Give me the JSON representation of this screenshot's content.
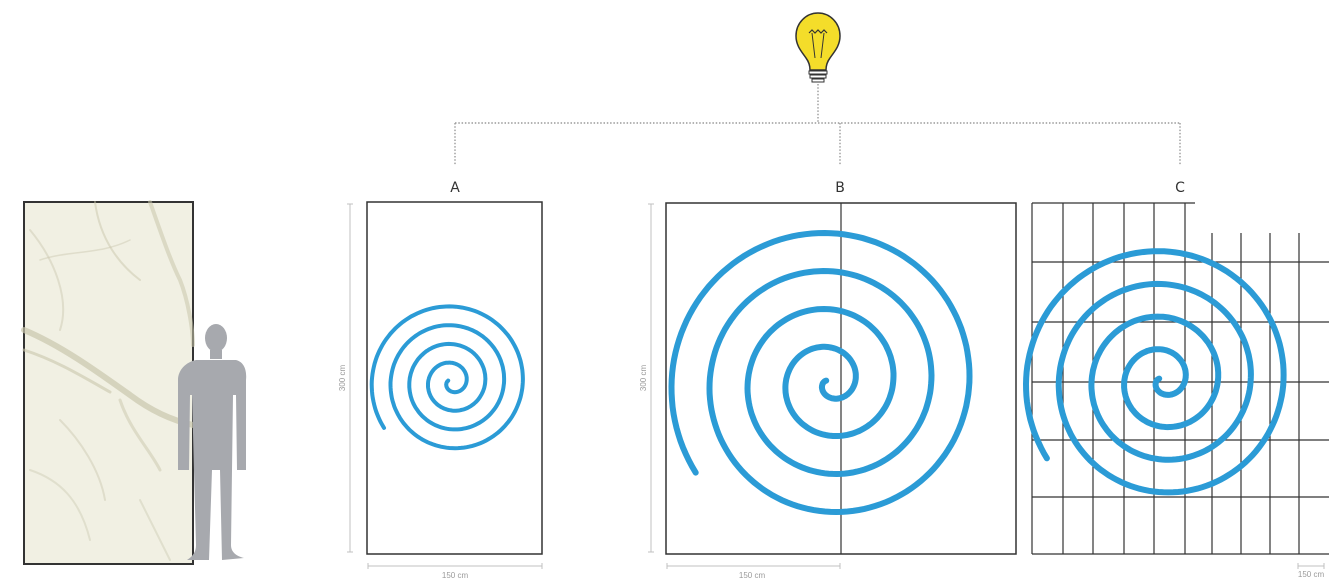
{
  "colors": {
    "spiral": "#2b9bd6",
    "frame": "#333333",
    "connector": "#9a9a9a",
    "bulb": "#f4dd2a",
    "silhouette": "#a7a9ae",
    "marble": "#f1f0e3"
  },
  "icons": {
    "idea": "lightbulb-icon",
    "person": "person-silhouette-icon"
  },
  "panels": [
    {
      "letter": "A",
      "height_label": "300 cm",
      "width_label": "150 cm"
    },
    {
      "letter": "B",
      "height_label": "300 cm",
      "width_label": "150 cm"
    },
    {
      "letter": "C",
      "width_label": "150 cm"
    }
  ]
}
